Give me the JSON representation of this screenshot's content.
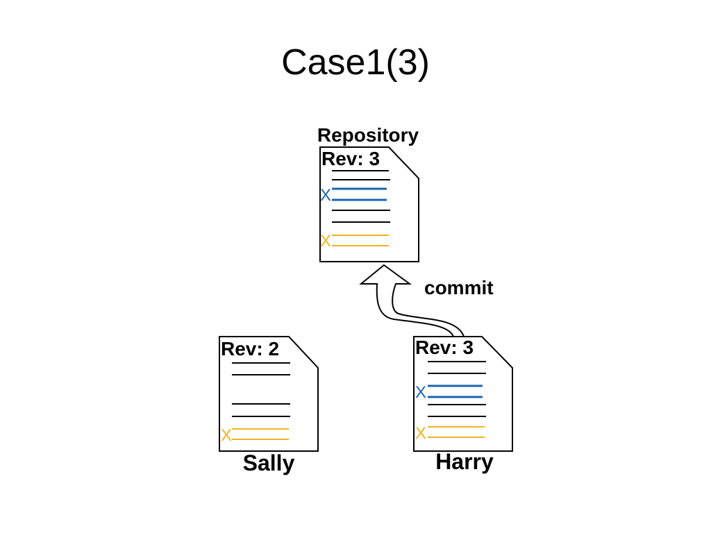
{
  "title": "Case1(3)",
  "labels": {
    "repository": "Repository",
    "commit": "commit",
    "sally": "Sally",
    "harry": "Harry"
  },
  "documents": {
    "repository": {
      "rev": "Rev: 3",
      "mark": "X"
    },
    "sally": {
      "rev": "Rev: 2",
      "mark": "X"
    },
    "harry": {
      "rev": "Rev: 3",
      "mark": "X"
    }
  },
  "colors": {
    "blue_change": "#1a63b0",
    "yellow_change": "#f0b323",
    "line": "#000000"
  }
}
